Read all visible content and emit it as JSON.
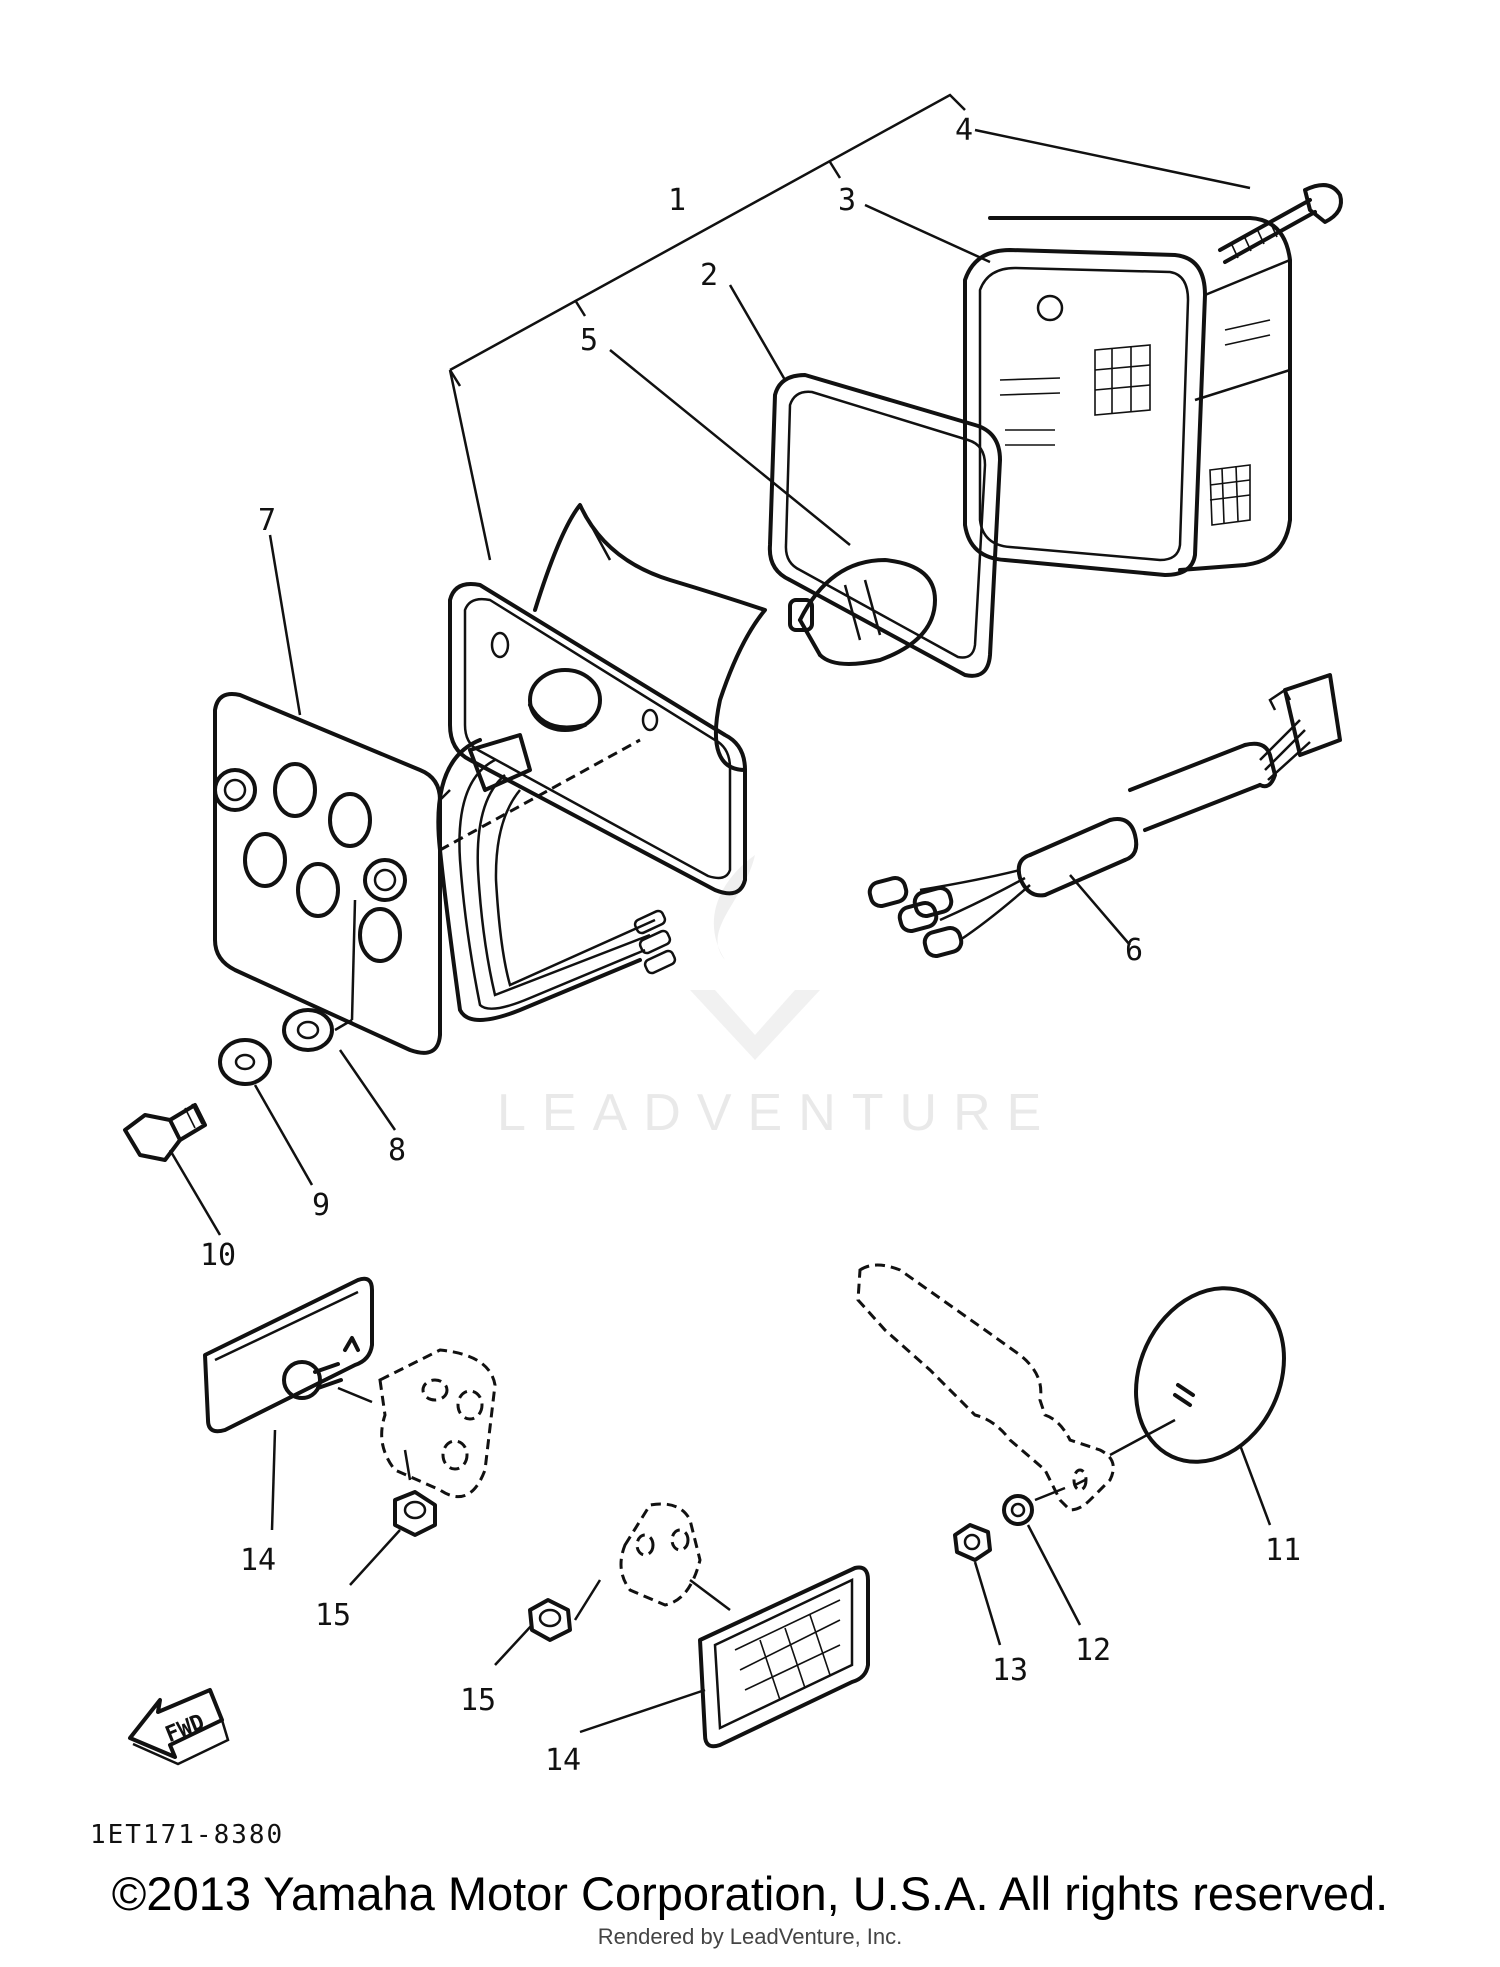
{
  "callouts": [
    {
      "id": "1",
      "label": "1"
    },
    {
      "id": "2",
      "label": "2"
    },
    {
      "id": "3",
      "label": "3"
    },
    {
      "id": "4",
      "label": "4"
    },
    {
      "id": "5",
      "label": "5"
    },
    {
      "id": "6",
      "label": "6"
    },
    {
      "id": "7",
      "label": "7"
    },
    {
      "id": "8",
      "label": "8"
    },
    {
      "id": "9",
      "label": "9"
    },
    {
      "id": "10",
      "label": "10"
    },
    {
      "id": "11",
      "label": "11"
    },
    {
      "id": "12",
      "label": "12"
    },
    {
      "id": "13",
      "label": "13"
    },
    {
      "id": "14a",
      "label": "14"
    },
    {
      "id": "14b",
      "label": "14"
    },
    {
      "id": "15a",
      "label": "15"
    },
    {
      "id": "15b",
      "label": "15"
    }
  ],
  "fwd_label": "FWD",
  "diagram_code": "1ET171-8380",
  "watermark": "LEADVENTURE",
  "copyright": "©2013 Yamaha Motor Corporation, U.S.A. All rights reserved.",
  "rendered_by": "Rendered by LeadVenture, Inc."
}
